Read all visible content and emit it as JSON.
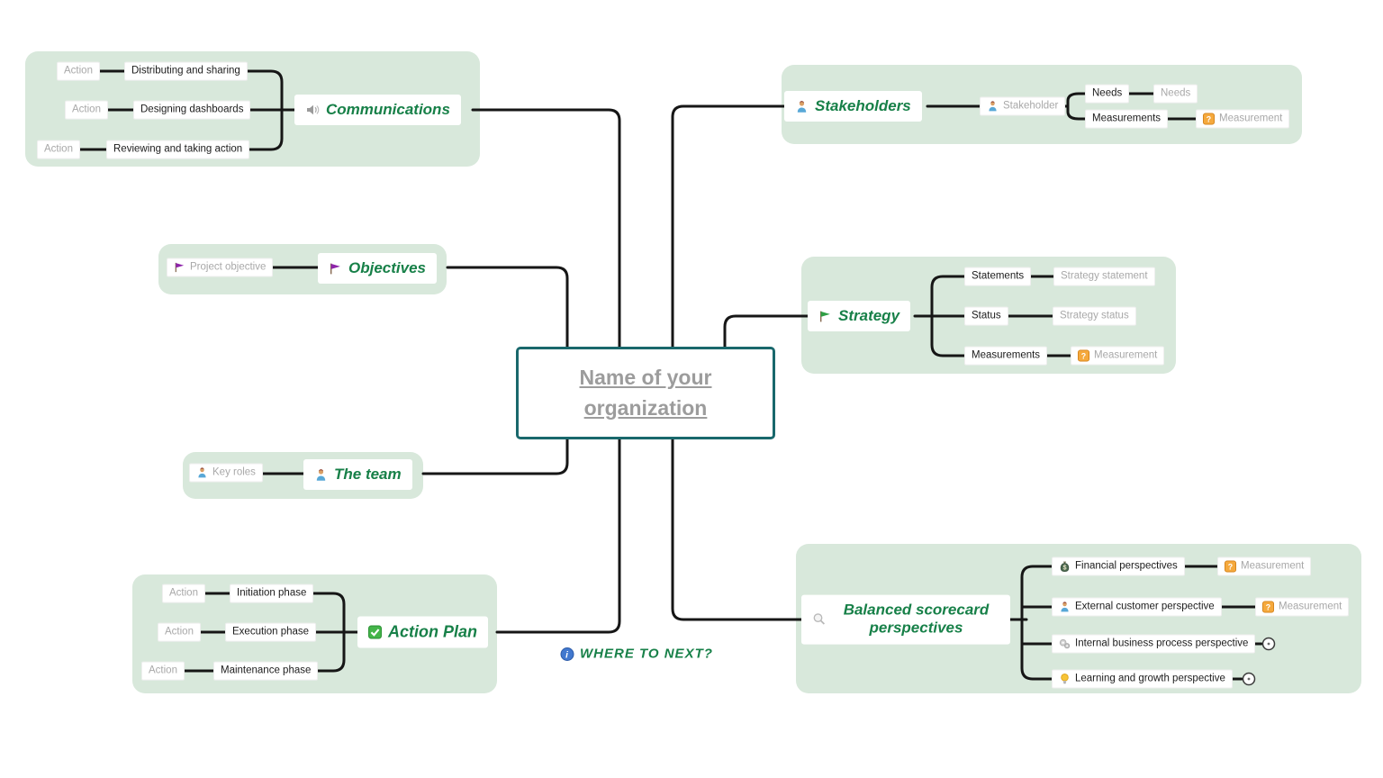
{
  "central": {
    "title": "Name of your organization"
  },
  "where_to_next": {
    "label": "WHERE TO NEXT?",
    "icon": "info-icon"
  },
  "communications": {
    "label": "Communications",
    "icon": "speaker-icon",
    "rows": [
      {
        "action": "Action",
        "topic": "Distributing and sharing"
      },
      {
        "action": "Action",
        "topic": "Designing dashboards"
      },
      {
        "action": "Action",
        "topic": "Reviewing and taking action"
      }
    ]
  },
  "objectives": {
    "label": "Objectives",
    "icon": "purple-flag-icon",
    "sub": {
      "topic": "Project objective",
      "icon": "purple-flag-icon"
    }
  },
  "team": {
    "label": "The team",
    "icon": "person-icon",
    "sub": {
      "topic": "Key roles",
      "icon": "person-icon"
    }
  },
  "action_plan": {
    "label": "Action Plan",
    "icon": "green-checkbox-icon",
    "rows": [
      {
        "action": "Action",
        "topic": "Initiation phase"
      },
      {
        "action": "Action",
        "topic": "Execution phase"
      },
      {
        "action": "Action",
        "topic": "Maintenance phase"
      }
    ]
  },
  "stakeholders": {
    "label": "Stakeholders",
    "icon": "person-icon",
    "sub": {
      "topic": "Stakeholder",
      "icon": "person-icon"
    },
    "rows": [
      {
        "topic": "Needs",
        "detail": "Needs"
      },
      {
        "topic": "Measurements",
        "detail": "Measurement",
        "detail_icon": "orange-question-icon"
      }
    ]
  },
  "strategy": {
    "label": "Strategy",
    "icon": "green-flag-icon",
    "rows": [
      {
        "topic": "Statements",
        "detail": "Strategy statement"
      },
      {
        "topic": "Status",
        "detail": "Strategy status"
      },
      {
        "topic": "Measurements",
        "detail": "Measurement",
        "detail_icon": "orange-question-icon"
      }
    ]
  },
  "balanced_scorecard": {
    "label": "Balanced scorecard perspectives",
    "icon": "magnifier-icon",
    "rows": [
      {
        "topic": "Financial perspectives",
        "icon": "moneybag-icon",
        "detail": "Measurement",
        "detail_icon": "orange-question-icon"
      },
      {
        "topic": "External customer perspective",
        "icon": "person-icon",
        "detail": "Measurement",
        "detail_icon": "orange-question-icon"
      },
      {
        "topic": "Internal business process perspective",
        "icon": "gears-icon",
        "collapsed_indicator": true
      },
      {
        "topic": "Learning and growth perspective",
        "icon": "lightbulb-icon",
        "collapsed_indicator": true
      }
    ]
  },
  "colors": {
    "accent_green": "#178048",
    "group_background": "#d8e8db",
    "connector_line": "#161616",
    "central_border": "#19686c",
    "central_text": "#9c9c9c",
    "gray_text": "#a8a8a8",
    "orange_icon": "#f5a93d"
  }
}
